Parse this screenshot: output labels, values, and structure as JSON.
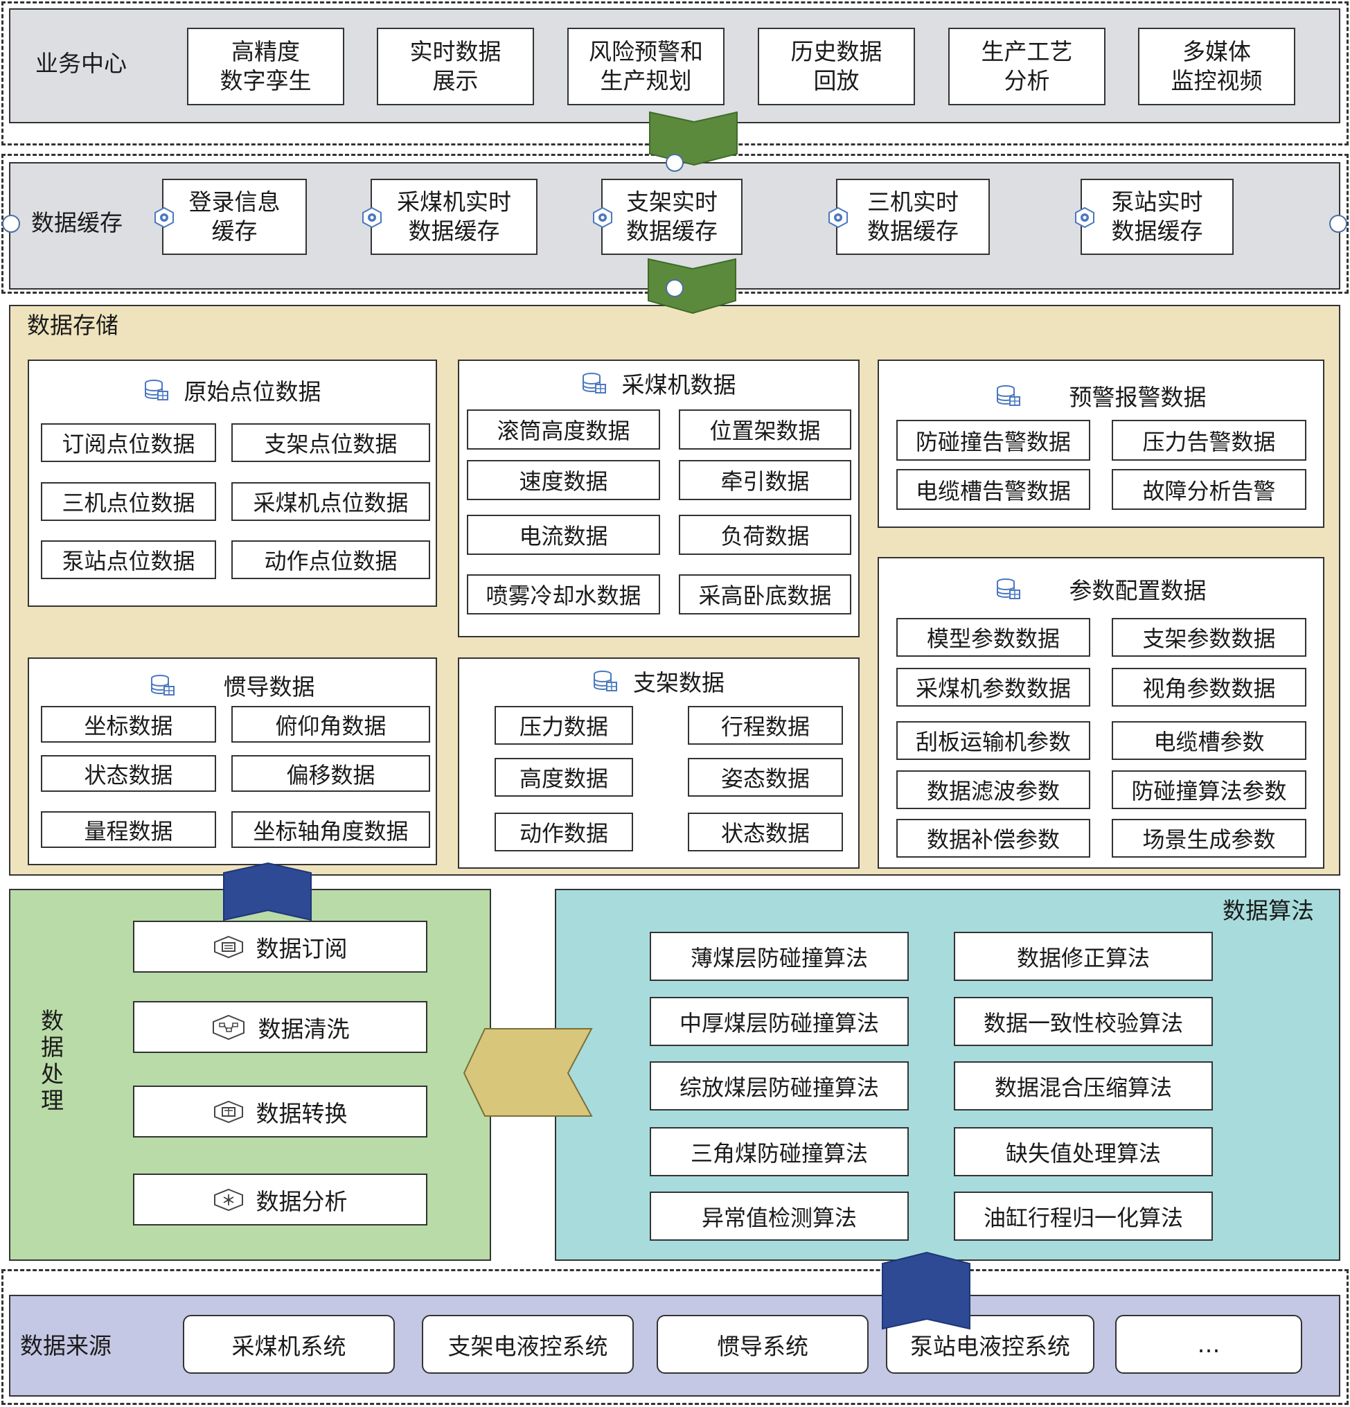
{
  "business": {
    "title": "业务中心",
    "items": [
      "高精度\n数字孪生",
      "实时数据\n展示",
      "风险预警和\n生产规划",
      "历史数据\n回放",
      "生产工艺\n分析",
      "多媒体\n监控视频"
    ]
  },
  "cache": {
    "title": "数据缓存",
    "items": [
      "登录信息\n缓存",
      "采煤机实时\n数据缓存",
      "支架实时\n数据缓存",
      "三机实时\n数据缓存",
      "泵站实时\n数据缓存"
    ]
  },
  "storage": {
    "title": "数据存储",
    "raw": {
      "title": "原始点位数据",
      "cells": [
        "订阅点位数据",
        "支架点位数据",
        "三机点位数据",
        "采煤机点位数据",
        "泵站点位数据",
        "动作点位数据"
      ]
    },
    "shearer": {
      "title": "采煤机数据",
      "cells": [
        "滚筒高度数据",
        "位置架数据",
        "速度数据",
        "牵引数据",
        "电流数据",
        "负荷数据",
        "喷雾冷却水数据",
        "采高卧底数据"
      ]
    },
    "warning": {
      "title": "预警报警数据",
      "cells": [
        "防碰撞告警数据",
        "压力告警数据",
        "电缆槽告警数据",
        "故障分析告警"
      ]
    },
    "param": {
      "title": "参数配置数据",
      "cells": [
        "模型参数数据",
        "支架参数数据",
        "采煤机参数数据",
        "视角参数数据",
        "刮板运输机参数",
        "电缆槽参数",
        "数据滤波参数",
        "防碰撞算法参数",
        "数据补偿参数",
        "场景生成参数"
      ]
    },
    "inertial": {
      "title": "惯导数据",
      "cells": [
        "坐标数据",
        "俯仰角数据",
        "状态数据",
        "偏移数据",
        "量程数据",
        "坐标轴角度数据"
      ]
    },
    "support": {
      "title": "支架数据",
      "cells": [
        "压力数据",
        "行程数据",
        "高度数据",
        "姿态数据",
        "动作数据",
        "状态数据"
      ]
    }
  },
  "processing": {
    "title": "数\n据\n处\n理",
    "items": [
      "数据订阅",
      "数据清洗",
      "数据转换",
      "数据分析"
    ]
  },
  "algorithm": {
    "title": "数据算法",
    "items": [
      "薄煤层防碰撞算法",
      "数据修正算法",
      "中厚煤层防碰撞算法",
      "数据一致性校验算法",
      "综放煤层防碰撞算法",
      "数据混合压缩算法",
      "三角煤防碰撞算法",
      "缺失值处理算法",
      "异常值检测算法",
      "油缸行程归一化算法"
    ]
  },
  "source": {
    "title": "数据来源",
    "items": [
      "采煤机系统",
      "支架电液控系统",
      "惯导系统",
      "泵站电液控系统",
      "…"
    ]
  },
  "colors": {
    "business_bg": "#dcdee1",
    "cache_bg": "#dcdee1",
    "storage_bg": "#efe3bd",
    "processing_bg": "#b9dba8",
    "algorithm_bg": "#a8dcdc",
    "source_bg": "#c4c8e4",
    "arrow_green": "#5c8a3c",
    "arrow_blue": "#2e4a94",
    "arrow_gold": "#d8c67a",
    "icon_blue": "#4a78c0"
  }
}
